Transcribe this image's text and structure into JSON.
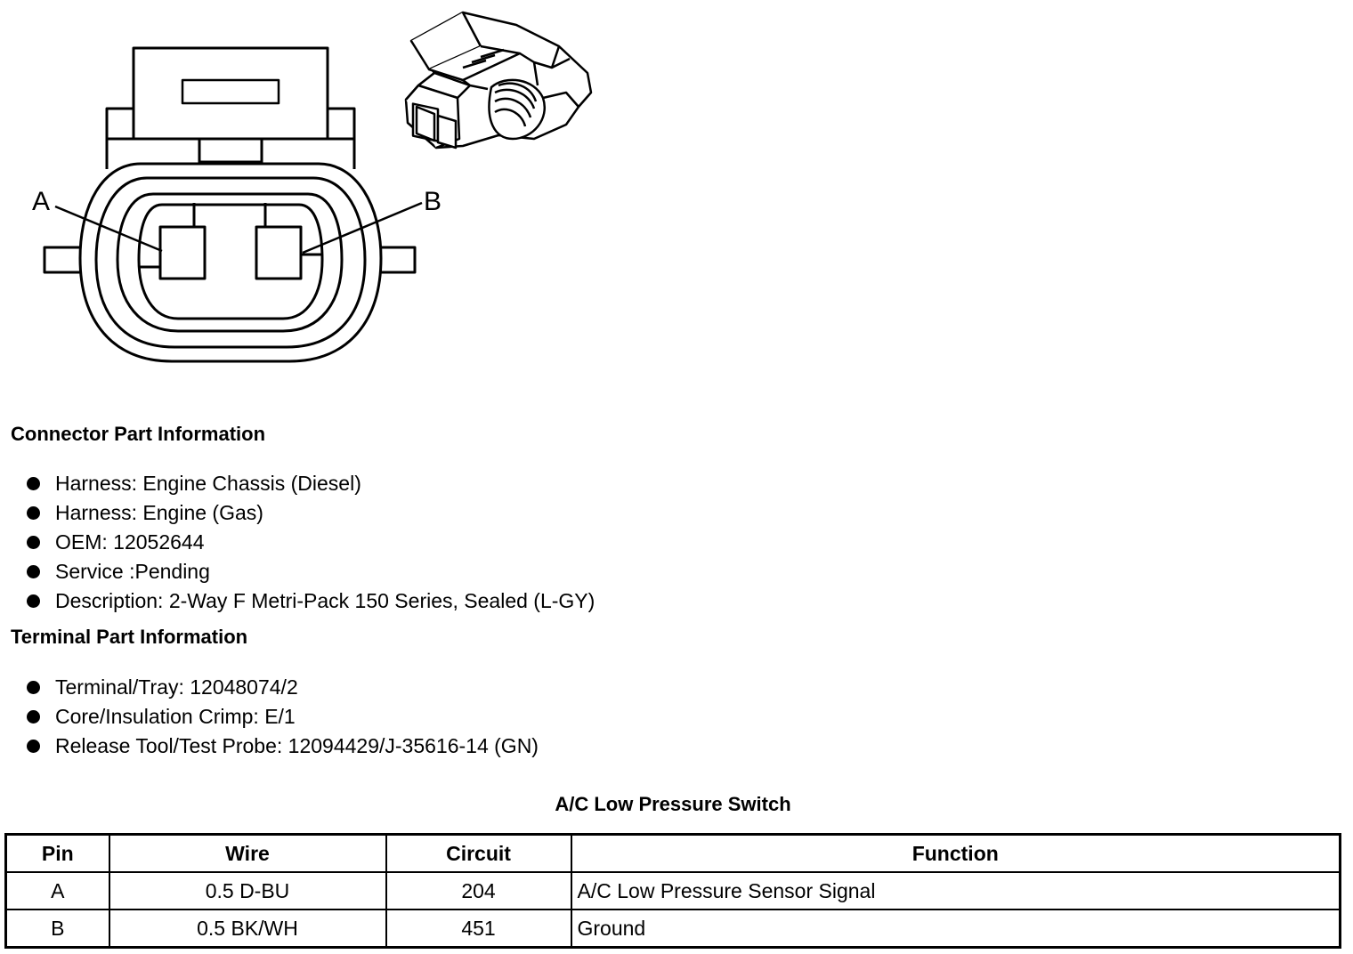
{
  "figure": {
    "pin_labels": [
      "A",
      "B"
    ]
  },
  "connector_info": {
    "heading": "Connector Part Information",
    "items": [
      "Harness: Engine Chassis (Diesel)",
      "Harness: Engine (Gas)",
      "OEM: 12052644",
      "Service :Pending",
      "Description: 2-Way F Metri-Pack 150 Series, Sealed (L-GY)"
    ]
  },
  "terminal_info": {
    "heading": "Terminal Part Information",
    "items": [
      "Terminal/Tray: 12048074/2",
      "Core/Insulation Crimp: E/1",
      "Release Tool/Test Probe: 12094429/J-35616-14 (GN)"
    ]
  },
  "pin_table": {
    "title": "A/C Low Pressure Switch",
    "headers": [
      "Pin",
      "Wire",
      "Circuit",
      "Function"
    ],
    "rows": [
      [
        "A",
        "0.5 D-BU",
        "204",
        "A/C Low Pressure Sensor Signal"
      ],
      [
        "B",
        "0.5 BK/WH",
        "451",
        "Ground"
      ]
    ]
  }
}
